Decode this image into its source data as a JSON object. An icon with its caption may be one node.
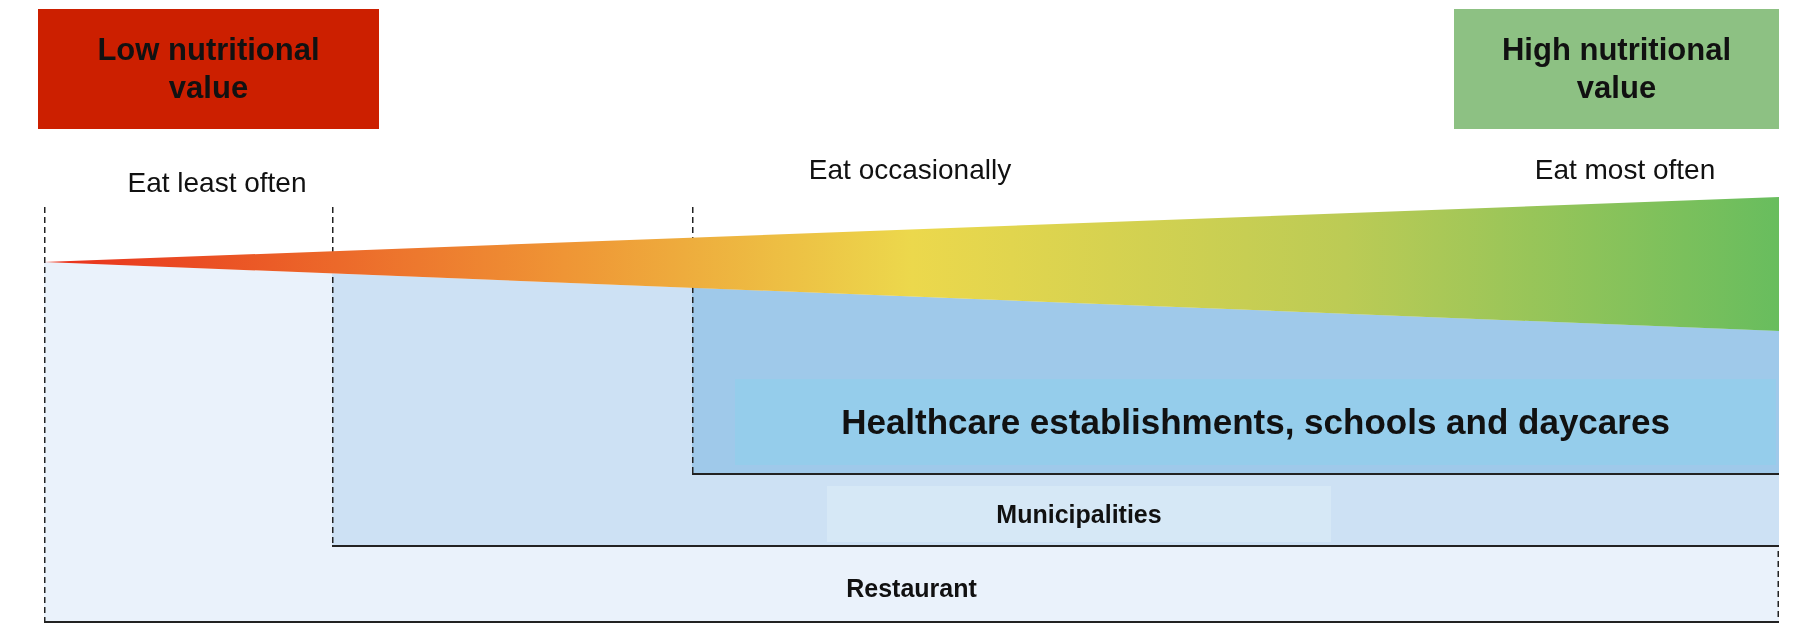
{
  "diagram": {
    "nodes": [
      {
        "text": [
          "Low nutritional value"
        ]
      },
      {
        "text": [
          "High nutritional value"
        ]
      },
      {
        "text": [
          "Restaurant"
        ]
      },
      {
        "text": [
          "Municipalities"
        ],
        "in": 2
      },
      {
        "text": [
          "Healthcare establishments, schools and daycares"
        ],
        "in": 3
      },
      {
        "text": [],
        "shape": "triangle"
      }
    ],
    "labels": [
      "Eat least often",
      "Eat occasionally",
      "Eat most often"
    ]
  }
}
